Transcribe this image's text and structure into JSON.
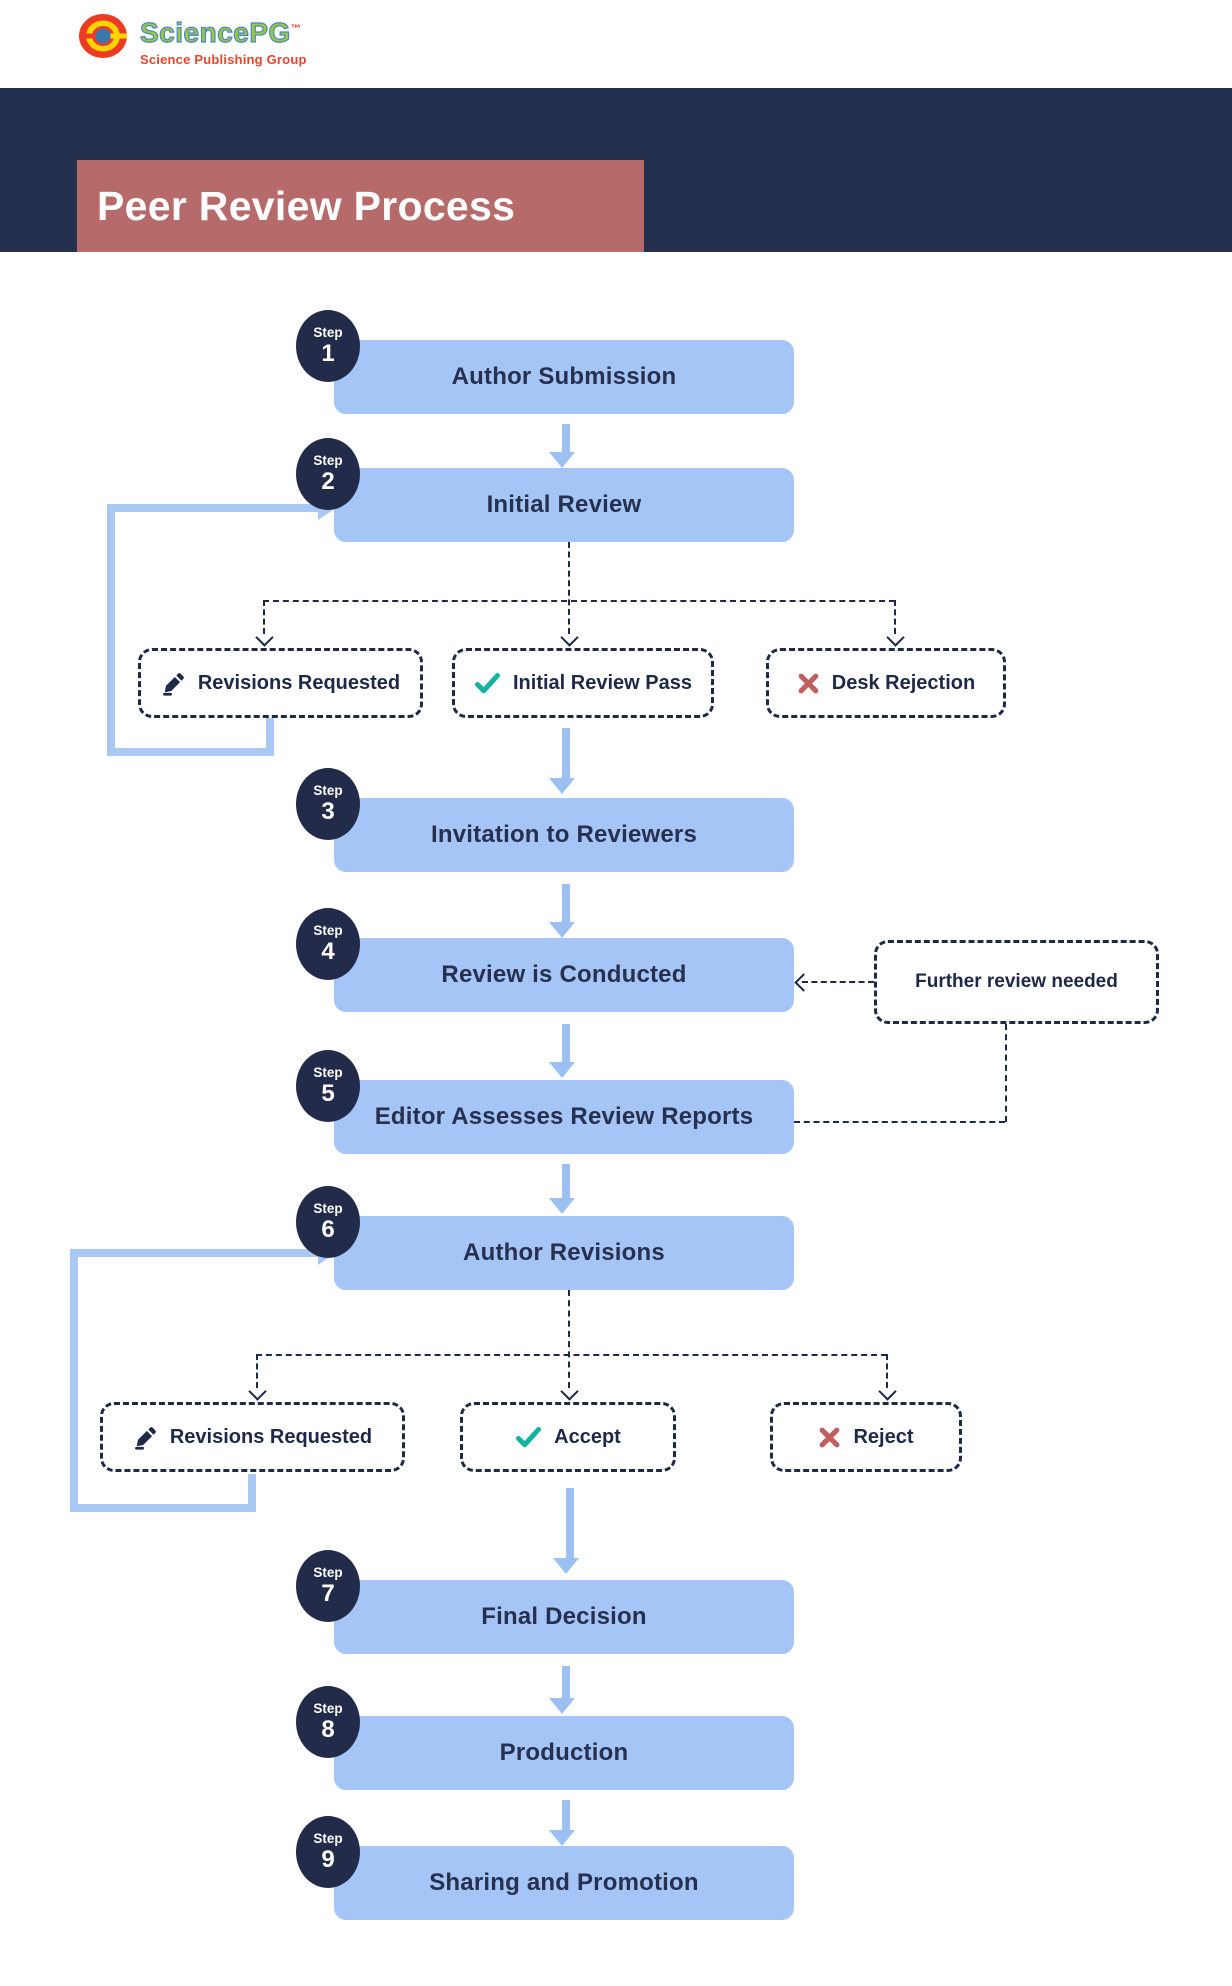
{
  "header": {
    "brand": "SciencePG",
    "trademark": "™",
    "tagline": "Science Publishing Group"
  },
  "banner": {
    "title": "Peer Review Process"
  },
  "steps": [
    {
      "badge": "Step",
      "number": "1",
      "label": "Author Submission"
    },
    {
      "badge": "Step",
      "number": "2",
      "label": "Initial Review"
    },
    {
      "badge": "Step",
      "number": "3",
      "label": "Invitation to Reviewers"
    },
    {
      "badge": "Step",
      "number": "4",
      "label": "Review is Conducted"
    },
    {
      "badge": "Step",
      "number": "5",
      "label": "Editor Assesses Review Reports"
    },
    {
      "badge": "Step",
      "number": "6",
      "label": "Author Revisions"
    },
    {
      "badge": "Step",
      "number": "7",
      "label": "Final Decision"
    },
    {
      "badge": "Step",
      "number": "8",
      "label": "Production"
    },
    {
      "badge": "Step",
      "number": "9",
      "label": "Sharing and Promotion"
    }
  ],
  "initial_review_outcomes": [
    {
      "icon": "pencil-icon",
      "label": "Revisions Requested"
    },
    {
      "icon": "check-icon",
      "label": "Initial Review Pass"
    },
    {
      "icon": "x-icon",
      "label": "Desk Rejection"
    }
  ],
  "revision_outcomes": [
    {
      "icon": "pencil-icon",
      "label": "Revisions Requested"
    },
    {
      "icon": "check-icon",
      "label": "Accept"
    },
    {
      "icon": "x-icon",
      "label": "Reject"
    }
  ],
  "side_note": {
    "label": "Further review needed"
  },
  "colors": {
    "navy_band": "#252f4e",
    "badge_navy": "#222c4a",
    "rose": "#b76a6a",
    "box_blue": "#a4c5f6",
    "arrow_blue": "#9cc0f2",
    "loop_blue": "#a9c8f3",
    "ink_navy": "#27304f",
    "dash_navy": "#1e2947",
    "check_teal": "#12b3a0",
    "x_red": "#bf5f5f"
  }
}
